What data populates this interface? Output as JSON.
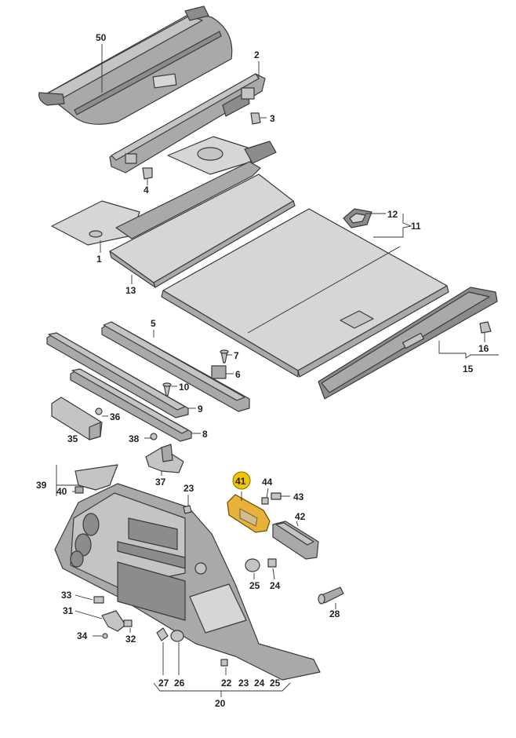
{
  "callouts": {
    "c50": "50",
    "c2": "2",
    "c3": "3",
    "c4": "4",
    "c1": "1",
    "c12": "12",
    "c11": "11",
    "c13": "13",
    "c5": "5",
    "c7": "7",
    "c6": "6",
    "c10": "10",
    "c9": "9",
    "c36": "36",
    "c35": "35",
    "c38": "38",
    "c8": "8",
    "c37": "37",
    "c16": "16",
    "c15": "15",
    "c39": "39",
    "c40": "40",
    "c23a": "23",
    "c41": "41",
    "c44": "44",
    "c43": "43",
    "c42": "42",
    "c25a": "25",
    "c24a": "24",
    "c33": "33",
    "c31": "31",
    "c34": "34",
    "c32": "32",
    "c28": "28",
    "c27": "27",
    "c26": "26",
    "c22": "22",
    "c23b": "23",
    "c24b": "24",
    "c25b": "25",
    "c20": "20"
  },
  "highlight_color": "#f2c400",
  "highlighted_part": "41"
}
